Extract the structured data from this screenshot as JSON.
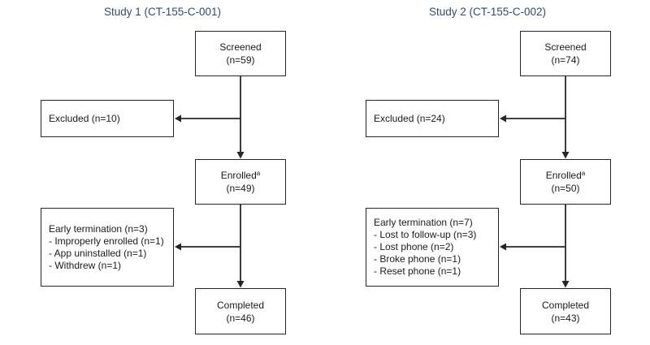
{
  "figure": {
    "kind": "patient-disposition-flow-diagram",
    "background_color": "#ffffff",
    "box_border_color": "#262626",
    "title_color": "#2f4b72",
    "text_color": "#1a1a1a"
  },
  "studies": [
    {
      "title": "Study 1 (CT-155-C-001)",
      "screened": {
        "label": "Screened",
        "count": "(n=59)"
      },
      "excluded": {
        "label": "Excluded (n=10)"
      },
      "enrolled": {
        "label": "Enrolled",
        "footnote_marker": "a",
        "count": "(n=49)"
      },
      "early_termination": {
        "header": "Early termination (n=3)",
        "items": [
          "- Improperly enrolled (n=1)",
          "- App uninstalled (n=1)",
          "- Withdrew (n=1)"
        ]
      },
      "completed": {
        "label": "Completed",
        "count": "(n=46)"
      }
    },
    {
      "title": "Study 2 (CT-155-C-002)",
      "screened": {
        "label": "Screened",
        "count": "(n=74)"
      },
      "excluded": {
        "label": "Excluded (n=24)"
      },
      "enrolled": {
        "label": "Enrolled",
        "footnote_marker": "a",
        "count": "(n=50)"
      },
      "early_termination": {
        "header": "Early termination (n=7)",
        "items": [
          "- Lost to follow-up (n=3)",
          "- Lost phone (n=2)",
          "- Broke phone (n=1)",
          "- Reset phone (n=1)"
        ]
      },
      "completed": {
        "label": "Completed",
        "count": "(n=43)"
      }
    }
  ]
}
